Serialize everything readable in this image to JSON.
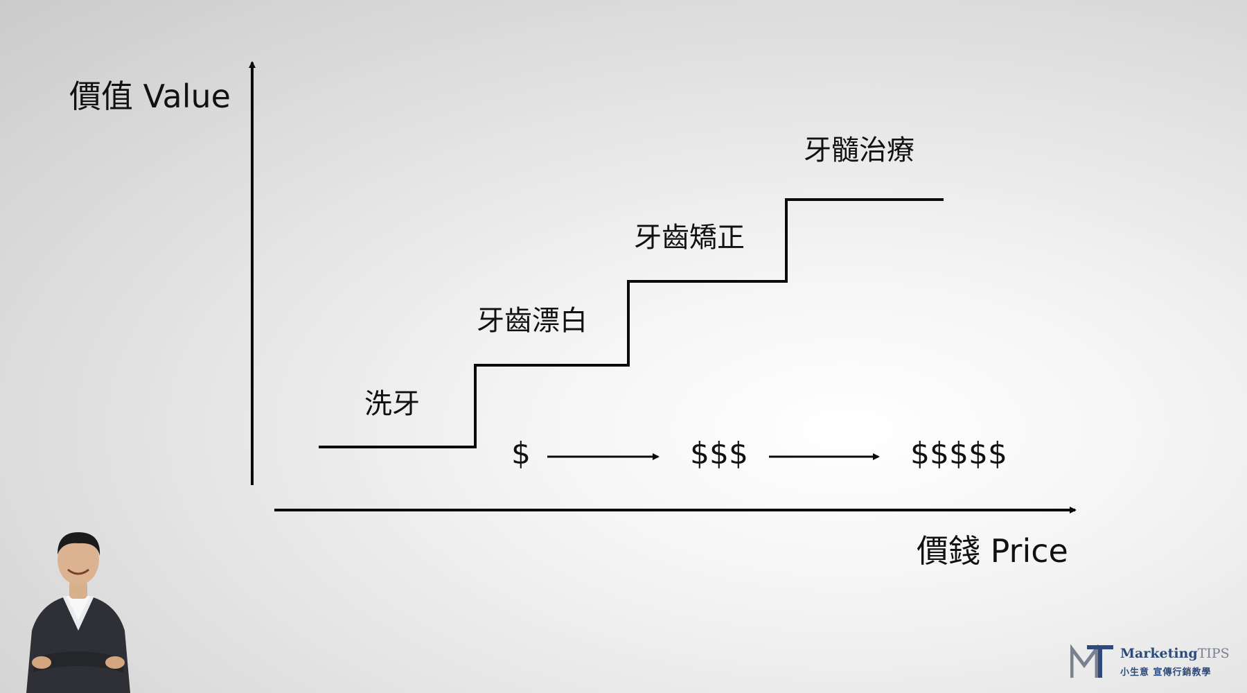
{
  "axes": {
    "y_label": "價值 Value",
    "x_label": "價錢 Price"
  },
  "steps": [
    {
      "label": "洗牙"
    },
    {
      "label": "牙齒漂白"
    },
    {
      "label": "牙齒矯正"
    },
    {
      "label": "牙髓治療"
    }
  ],
  "price_scale": [
    "$",
    "$$$",
    "$$$$$"
  ],
  "logo": {
    "brand": "Marketing",
    "brand_suffix": "TIPS",
    "tagline": "小生意 宣傳行銷教學"
  },
  "colors": {
    "line": "#0a0a0a",
    "logo_blue": "#2d4a7a",
    "logo_gray": "#7b8190"
  },
  "icons": {
    "presenter": "presenter-portrait",
    "logo_mark": "mt-logo-mark"
  }
}
